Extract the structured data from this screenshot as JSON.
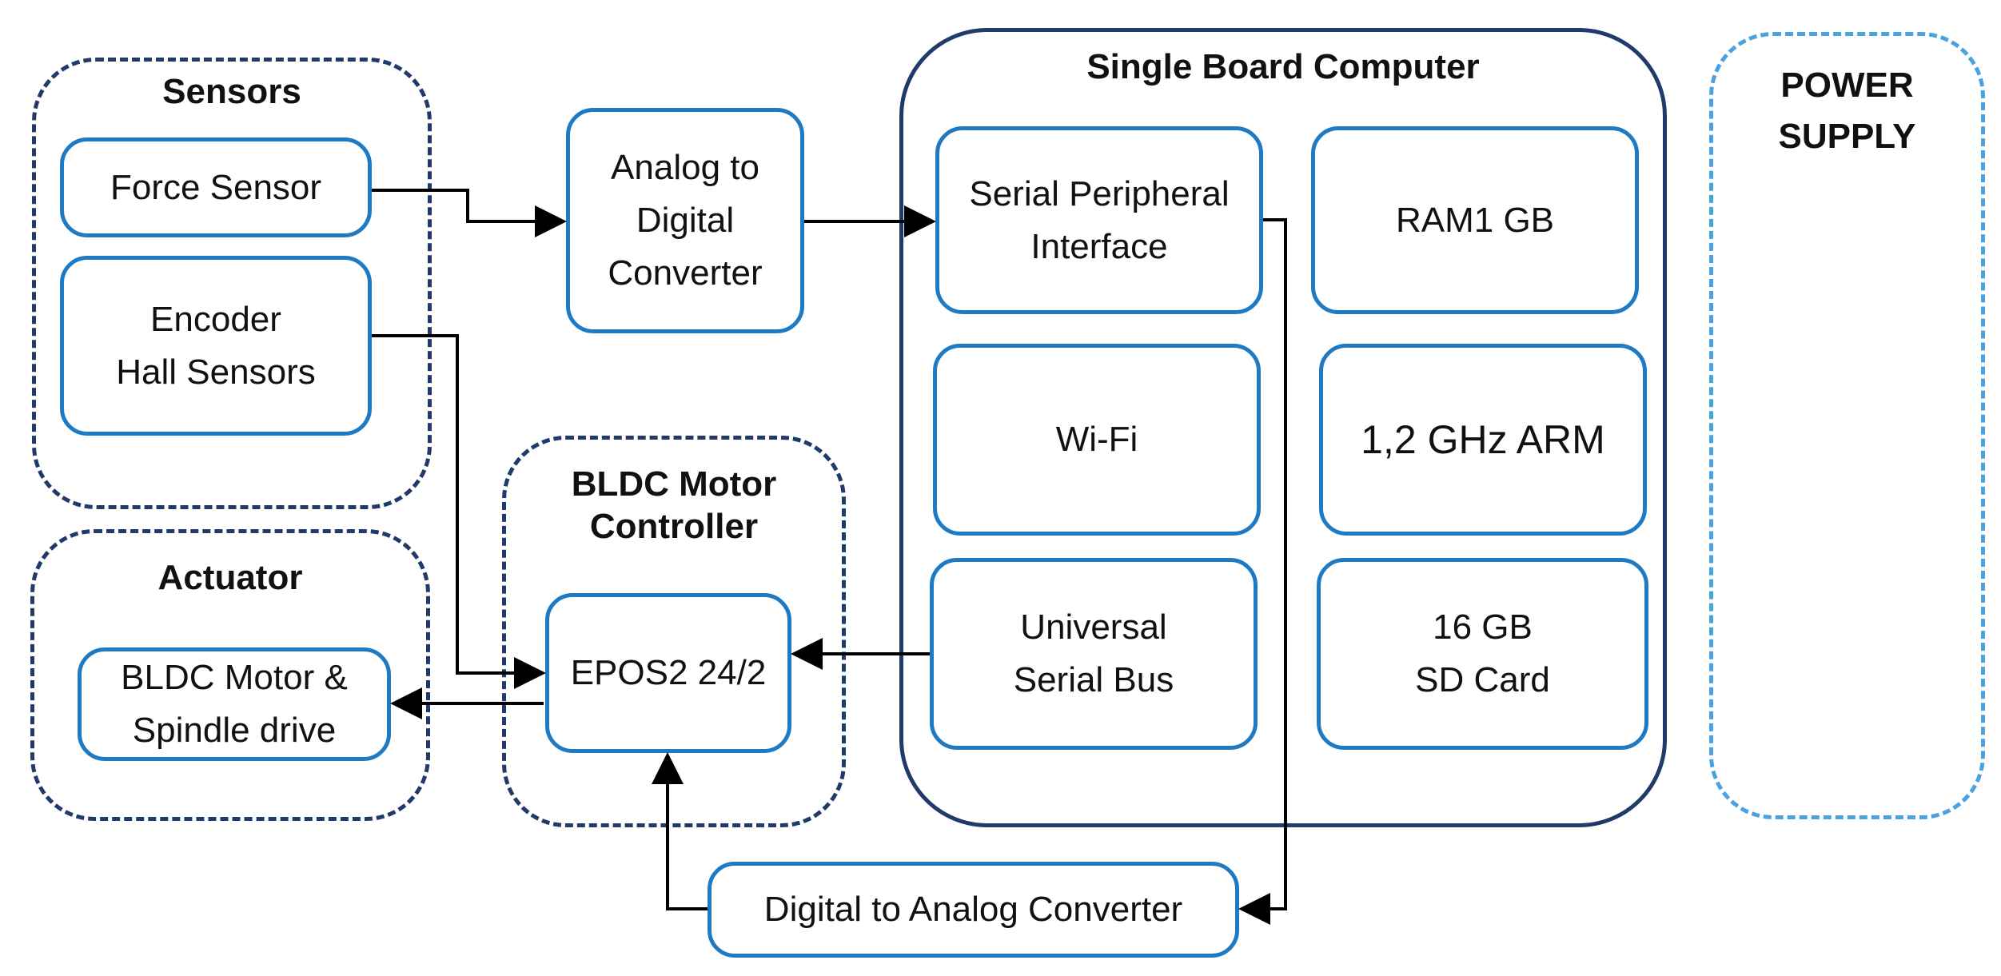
{
  "groups": {
    "sensors": "Sensors",
    "actuator": "Actuator",
    "bldc_controller": "BLDC Motor\nController",
    "sbc": "Single Board Computer",
    "power_supply": "POWER\nSUPPLY"
  },
  "blocks": {
    "force_sensor": "Force Sensor",
    "encoder_hall": "Encoder\nHall Sensors",
    "adc": "Analog to\nDigital\nConverter",
    "bldc_motor": "BLDC Motor &\nSpindle drive",
    "epos2": "EPOS2 24/2",
    "spi": "Serial Peripheral\nInterface",
    "ram": "RAM1 GB",
    "wifi": "Wi-Fi",
    "cpu": "1,2 GHz ARM",
    "usb": "Universal\nSerial Bus",
    "sd_card": "16 GB\nSD Card",
    "dac": "Digital to Analog Converter"
  },
  "colors": {
    "dark_border": "#1f3a6b",
    "light_dashed": "#4aa3df",
    "block_border": "#1f7ac4",
    "wire": "#000000"
  }
}
